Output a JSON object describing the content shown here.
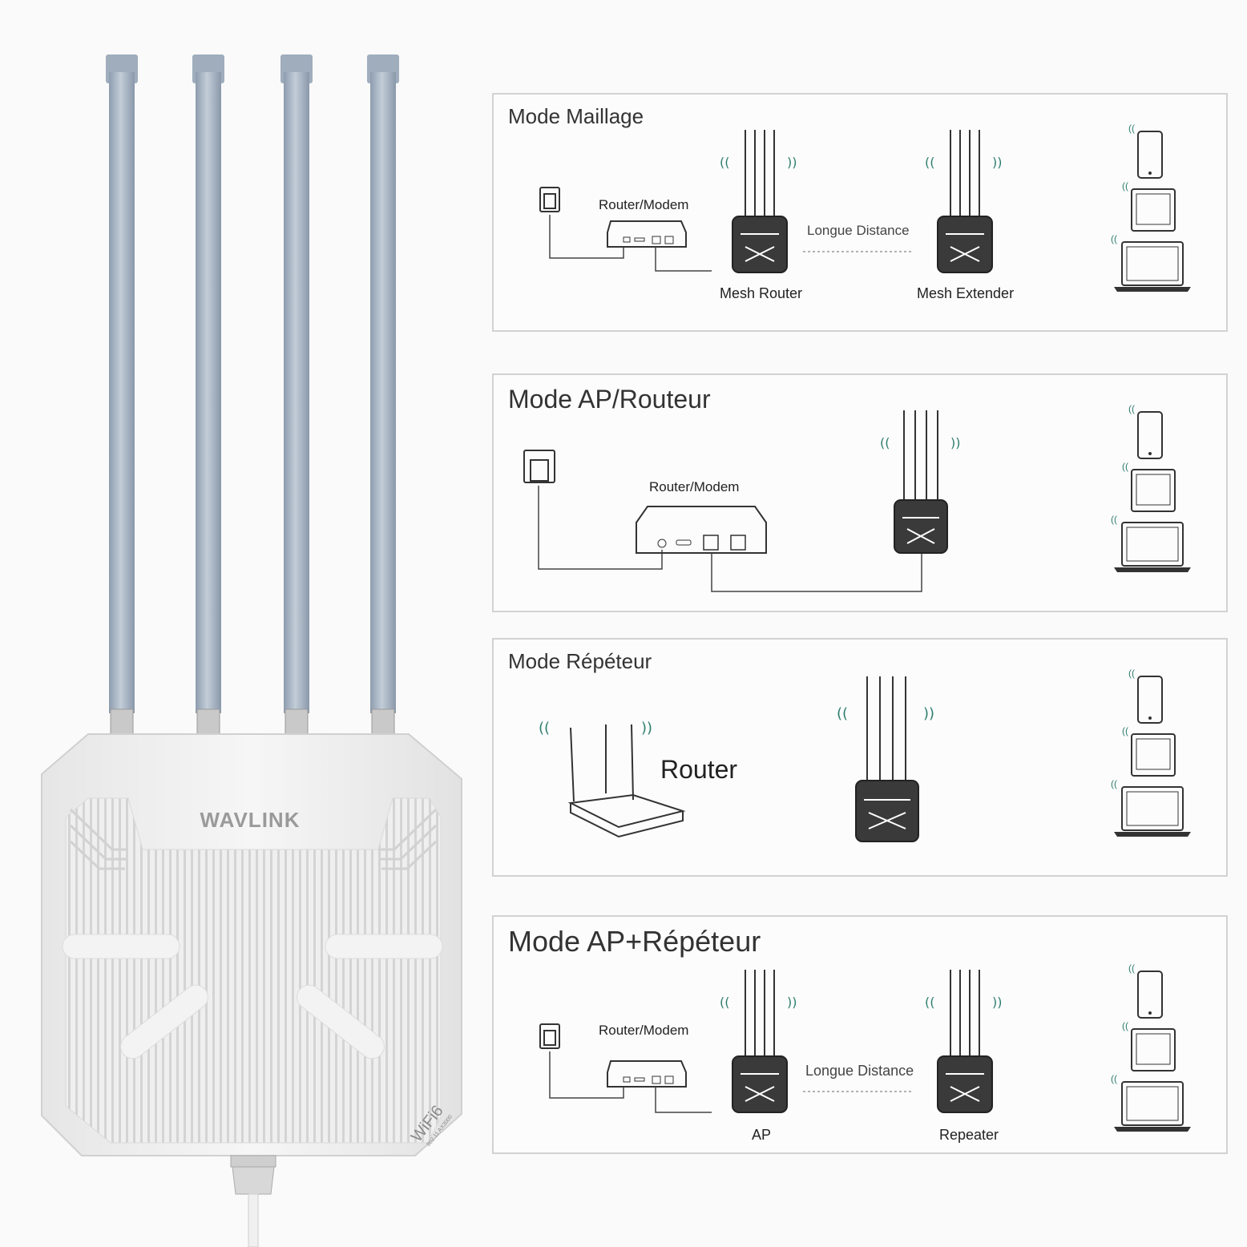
{
  "product": {
    "brand": "WAVLINK",
    "badge": "WiFi6",
    "standard": "802.11 AX3000"
  },
  "modes": [
    {
      "title": "Mode Maillage",
      "modem_label": "Router/Modem",
      "distance_label": "Longue Distance",
      "node1_label": "Mesh Router",
      "node2_label": "Mesh Extender"
    },
    {
      "title": "Mode AP/Routeur",
      "modem_label": "Router/Modem"
    },
    {
      "title": "Mode Répéteur",
      "router_label": "Router"
    },
    {
      "title": "Mode AP+Répéteur",
      "modem_label": "Router/Modem",
      "distance_label": "Longue Distance",
      "node1_label": "AP",
      "node2_label": "Repeater"
    }
  ],
  "client_devices": [
    "phone-icon",
    "tablet-icon",
    "laptop-icon"
  ],
  "colors": {
    "antenna": "#a9b6c5",
    "body": "#f4f4f4",
    "router_face": "#3a3a3a",
    "signal": "#2e7d6e"
  }
}
